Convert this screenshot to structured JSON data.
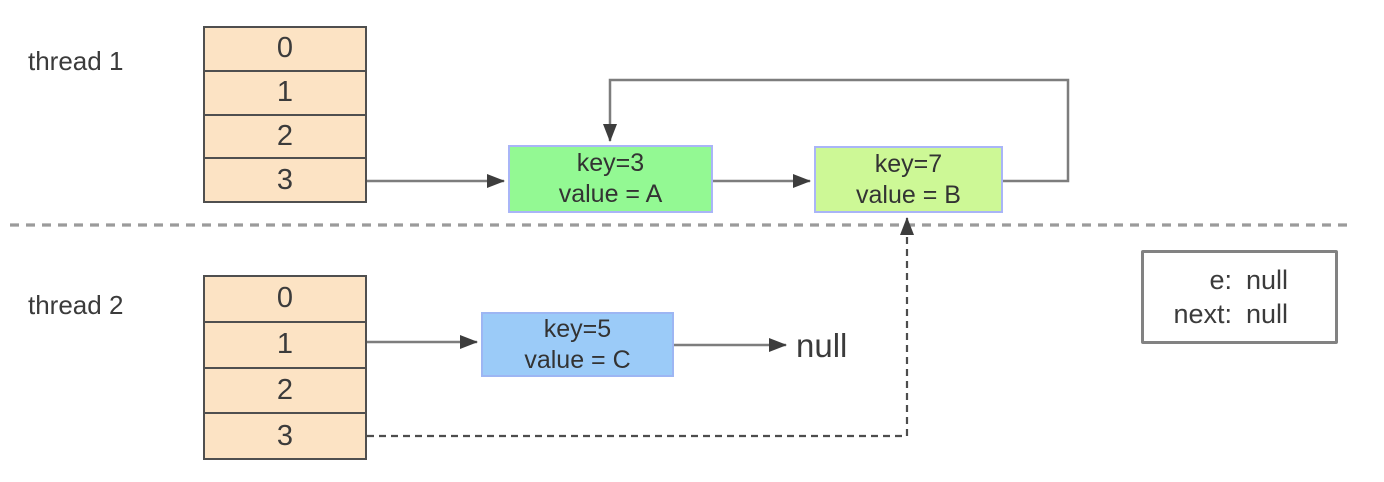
{
  "threads": [
    {
      "label": "thread 1",
      "buckets": [
        "0",
        "1",
        "2",
        "3"
      ]
    },
    {
      "label": "thread 2",
      "buckets": [
        "0",
        "1",
        "2",
        "3"
      ]
    }
  ],
  "nodes": {
    "key3": {
      "key": "key=3",
      "value": "value = A",
      "fill": "#93f993",
      "border": "#a9b5f7"
    },
    "key7": {
      "key": "key=7",
      "value": "value = B",
      "fill": "#cdf896",
      "border": "#a9b5f7"
    },
    "key5": {
      "key": "key=5",
      "value": "value = C",
      "fill": "#9bcbf8",
      "border": "#9db6f3"
    }
  },
  "null_label": "null",
  "state_box": {
    "e_label": "e:",
    "e_value": "null",
    "next_label": "next:",
    "next_value": "null"
  },
  "colors": {
    "bucket_fill": "#fce3c4",
    "bucket_border": "#4f4f4f",
    "solid_line": "#7d7d7d",
    "divider_dash": "#9b9b9b",
    "dashed_arrow": "#4d4d4d",
    "arrowhead": "#3d3d3d",
    "text": "#3b3b3b"
  }
}
